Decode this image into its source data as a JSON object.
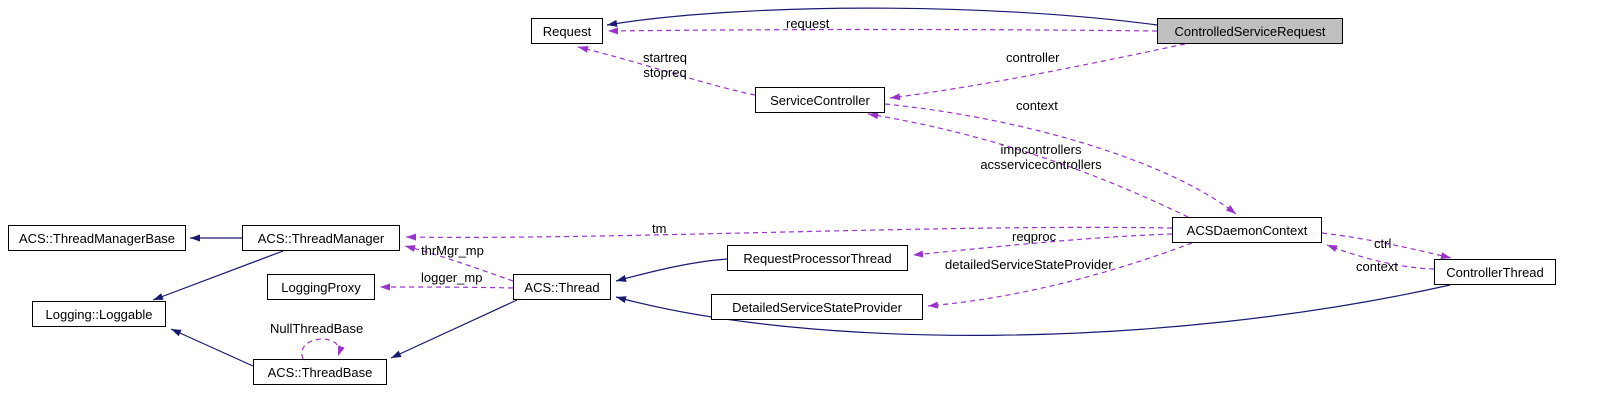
{
  "diagram": {
    "kind": "collaboration-graph",
    "highlighted_node": "ControlledServiceRequest",
    "colors": {
      "inheritance_edge": "#191970",
      "usage_edge": "#9a32cd",
      "node_background": "#ffffff",
      "node_border": "#000000",
      "highlight_background": "#bfbfbf"
    }
  },
  "nodes": [
    {
      "id": "request",
      "label": "Request"
    },
    {
      "id": "controlled-service-request",
      "label": "ControlledServiceRequest"
    },
    {
      "id": "service-controller",
      "label": "ServiceController"
    },
    {
      "id": "thread-manager-base",
      "label": "ACS::ThreadManagerBase"
    },
    {
      "id": "thread-manager",
      "label": "ACS::ThreadManager"
    },
    {
      "id": "acs-daemon-context",
      "label": "ACSDaemonContext"
    },
    {
      "id": "request-processor-thread",
      "label": "RequestProcessorThread"
    },
    {
      "id": "controller-thread",
      "label": "ControllerThread"
    },
    {
      "id": "logging-proxy",
      "label": "LoggingProxy"
    },
    {
      "id": "acs-thread",
      "label": "ACS::Thread"
    },
    {
      "id": "detailed-service-state-provider",
      "label": "DetailedServiceStateProvider"
    },
    {
      "id": "logging-loggable",
      "label": "Logging::Loggable"
    },
    {
      "id": "acs-thread-base",
      "label": "ACS::ThreadBase"
    }
  ],
  "edges": [
    {
      "from": "ControlledServiceRequest",
      "to": "Request",
      "type": "inheritance",
      "label": ""
    },
    {
      "from": "ControlledServiceRequest",
      "to": "Request",
      "type": "usage",
      "label": "request"
    },
    {
      "from": "ControlledServiceRequest",
      "to": "ServiceController",
      "type": "usage",
      "label": "controller"
    },
    {
      "from": "ServiceController",
      "to": "Request",
      "type": "usage",
      "label": "startreq\nstopreq"
    },
    {
      "from": "ServiceController",
      "to": "ACSDaemonContext",
      "type": "usage",
      "label": "context"
    },
    {
      "from": "ACSDaemonContext",
      "to": "ServiceController",
      "type": "usage",
      "label": "impcontrollers\nacsservicecontrollers"
    },
    {
      "from": "ACSDaemonContext",
      "to": "ACS::ThreadManager",
      "type": "usage",
      "label": "tm"
    },
    {
      "from": "ACSDaemonContext",
      "to": "RequestProcessorThread",
      "type": "usage",
      "label": "reqproc"
    },
    {
      "from": "ACSDaemonContext",
      "to": "DetailedServiceStateProvider",
      "type": "usage",
      "label": "detailedServiceStateProvider"
    },
    {
      "from": "ACSDaemonContext",
      "to": "ControllerThread",
      "type": "usage",
      "label": "ctrl"
    },
    {
      "from": "ControllerThread",
      "to": "ACSDaemonContext",
      "type": "usage",
      "label": "context"
    },
    {
      "from": "ACS::Thread",
      "to": "ACS::ThreadManager",
      "type": "usage",
      "label": "thrMgr_mp"
    },
    {
      "from": "ACS::Thread",
      "to": "LoggingProxy",
      "type": "usage",
      "label": "logger_mp"
    },
    {
      "from": "ACS::ThreadBase",
      "to": "ACS::ThreadBase",
      "type": "usage",
      "label": "NullThreadBase"
    },
    {
      "from": "ACS::ThreadManager",
      "to": "ACS::ThreadManagerBase",
      "type": "inheritance",
      "label": ""
    },
    {
      "from": "ACS::ThreadManager",
      "to": "Logging::Loggable",
      "type": "inheritance",
      "label": ""
    },
    {
      "from": "RequestProcessorThread",
      "to": "ACS::Thread",
      "type": "inheritance",
      "label": ""
    },
    {
      "from": "ControllerThread",
      "to": "ACS::Thread",
      "type": "inheritance",
      "label": ""
    },
    {
      "from": "ACS::Thread",
      "to": "ACS::ThreadBase",
      "type": "inheritance",
      "label": ""
    },
    {
      "from": "ACS::ThreadBase",
      "to": "Logging::Loggable",
      "type": "inheritance",
      "label": ""
    }
  ]
}
